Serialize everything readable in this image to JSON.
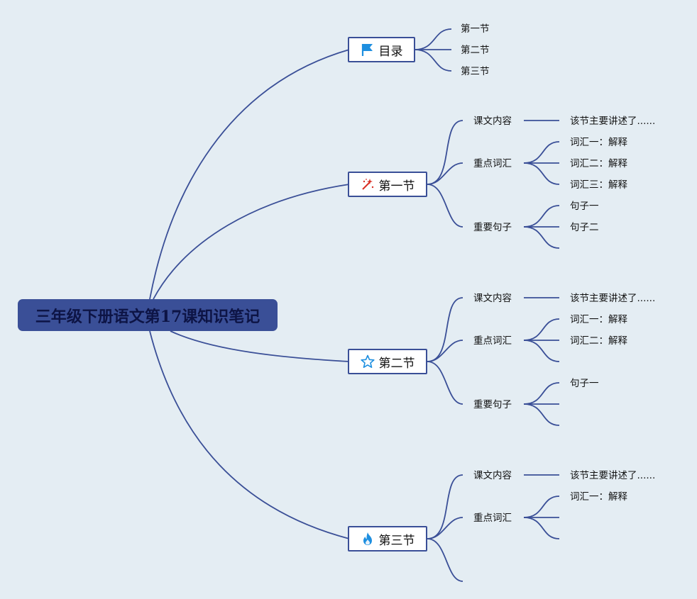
{
  "root": {
    "title": "三年级下册语文第17课知识笔记"
  },
  "branches": [
    {
      "label": "目录",
      "icon": "flag-icon",
      "children": [
        "第一节",
        "第二节",
        "第三节"
      ]
    },
    {
      "label": "第一节",
      "icon": "sparkles-icon",
      "sections": [
        {
          "label": "课文内容",
          "items": [
            "该节主要讲述了......"
          ]
        },
        {
          "label": "重点词汇",
          "items": [
            "词汇一：解释",
            "词汇二：解释",
            "词汇三：解释"
          ]
        },
        {
          "label": "重要句子",
          "items": [
            "句子一",
            "句子二",
            ""
          ]
        }
      ]
    },
    {
      "label": "第二节",
      "icon": "star-icon",
      "sections": [
        {
          "label": "课文内容",
          "items": [
            "该节主要讲述了......"
          ]
        },
        {
          "label": "重点词汇",
          "items": [
            "词汇一：解释",
            "词汇二：解释",
            ""
          ]
        },
        {
          "label": "重要句子",
          "items": [
            "句子一",
            "",
            ""
          ]
        }
      ]
    },
    {
      "label": "第三节",
      "icon": "fire-icon",
      "sections": [
        {
          "label": "课文内容",
          "items": [
            "该节主要讲述了......"
          ]
        },
        {
          "label": "重点词汇",
          "items": [
            "词汇一：解释",
            "",
            ""
          ]
        },
        {
          "label": "",
          "items": []
        }
      ]
    }
  ],
  "colors": {
    "background": "#e4edf3",
    "line": "#3a4f97",
    "root_fill": "#3a4f97"
  }
}
